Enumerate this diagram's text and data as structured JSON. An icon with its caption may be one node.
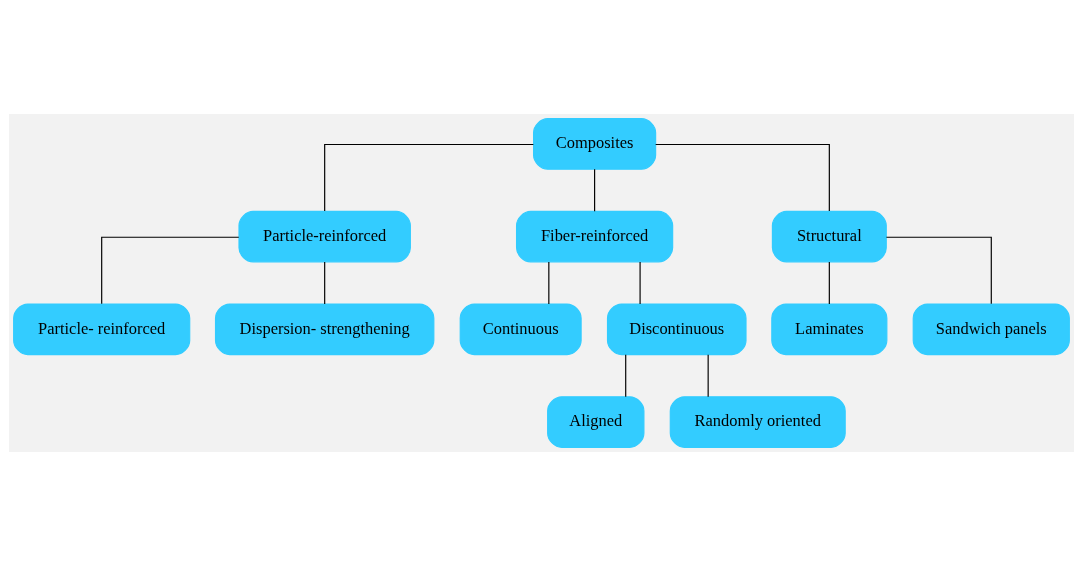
{
  "diagram": {
    "nodes": [
      {
        "text": [
          "Composites"
        ]
      },
      {
        "text": [
          "Particle-reinforced"
        ]
      },
      {
        "text": [
          "Fiber-reinforced"
        ]
      },
      {
        "text": [
          "Structural"
        ]
      },
      {
        "text": [
          "Particle- reinforced"
        ]
      },
      {
        "text": [
          "Dispersion- strengthening"
        ]
      },
      {
        "text": [
          "Continuous"
        ]
      },
      {
        "text": [
          "Discontinuous"
        ]
      },
      {
        "text": [
          "Laminates"
        ]
      },
      {
        "text": [
          "Sandwich panels"
        ]
      },
      {
        "text": [
          "Aligned"
        ]
      },
      {
        "text": [
          "Randomly oriented"
        ]
      }
    ],
    "edges": [
      {
        "from": 0,
        "to": 1,
        "arrow": "none"
      },
      {
        "from": 0,
        "to": 2,
        "arrow": "none"
      },
      {
        "from": 0,
        "to": 3,
        "arrow": "none"
      },
      {
        "from": 1,
        "to": 4,
        "arrow": "none"
      },
      {
        "from": 1,
        "to": 5,
        "arrow": "none"
      },
      {
        "from": 2,
        "to": 6,
        "arrow": "none"
      },
      {
        "from": 2,
        "to": 7,
        "arrow": "none"
      },
      {
        "from": 3,
        "to": 8,
        "arrow": "none"
      },
      {
        "from": 3,
        "to": 9,
        "arrow": "none"
      },
      {
        "from": 7,
        "to": 10,
        "arrow": "none"
      },
      {
        "from": 7,
        "to": 11,
        "arrow": "none"
      }
    ]
  }
}
